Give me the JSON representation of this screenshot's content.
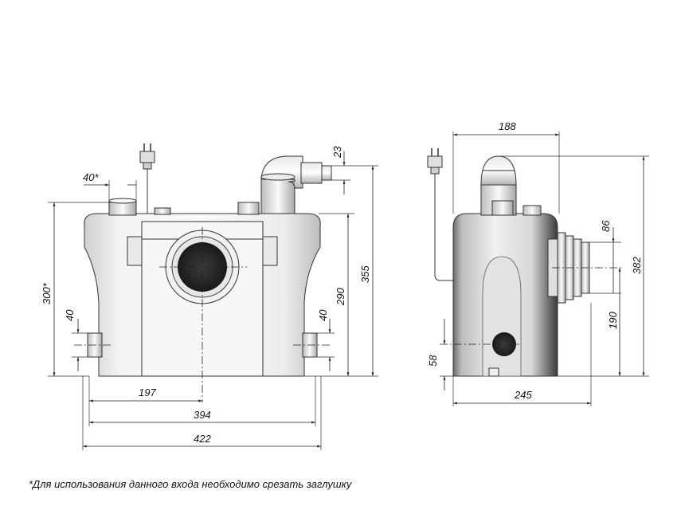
{
  "footnote": "*Для использования данного входа необходимо срезать заглушку",
  "front_view": {
    "dimensions": {
      "inlet_diameter": "40*",
      "outlet_height": "23",
      "total_height": "355",
      "inlet_height": "290",
      "side_inlet_height": "300*",
      "low_inlet_left": "40",
      "low_inlet_right": "40",
      "half_width": "197",
      "base_width": "394",
      "total_width": "422"
    }
  },
  "side_view": {
    "dimensions": {
      "depth_top": "188",
      "total_height": "382",
      "outlet_diameter": "86",
      "outlet_height": "190",
      "rear_inlet_height": "58",
      "base_depth": "245"
    }
  }
}
